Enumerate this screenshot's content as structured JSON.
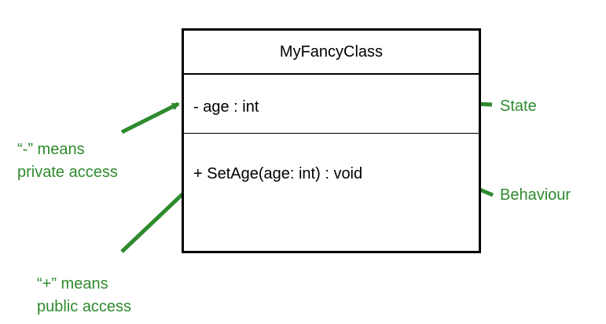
{
  "class_box": {
    "name": "MyFancyClass",
    "attribute": "- age : int",
    "method": "+ SetAge(age: int) : void"
  },
  "annotations": {
    "state": "State",
    "behaviour": "Behaviour",
    "private": {
      "line1": "“-” means",
      "line2": "private access"
    },
    "public": {
      "line1": "“+” means",
      "line2": "public access"
    }
  },
  "colors": {
    "annotation": "#2e8a2e",
    "box_border": "#000000"
  }
}
